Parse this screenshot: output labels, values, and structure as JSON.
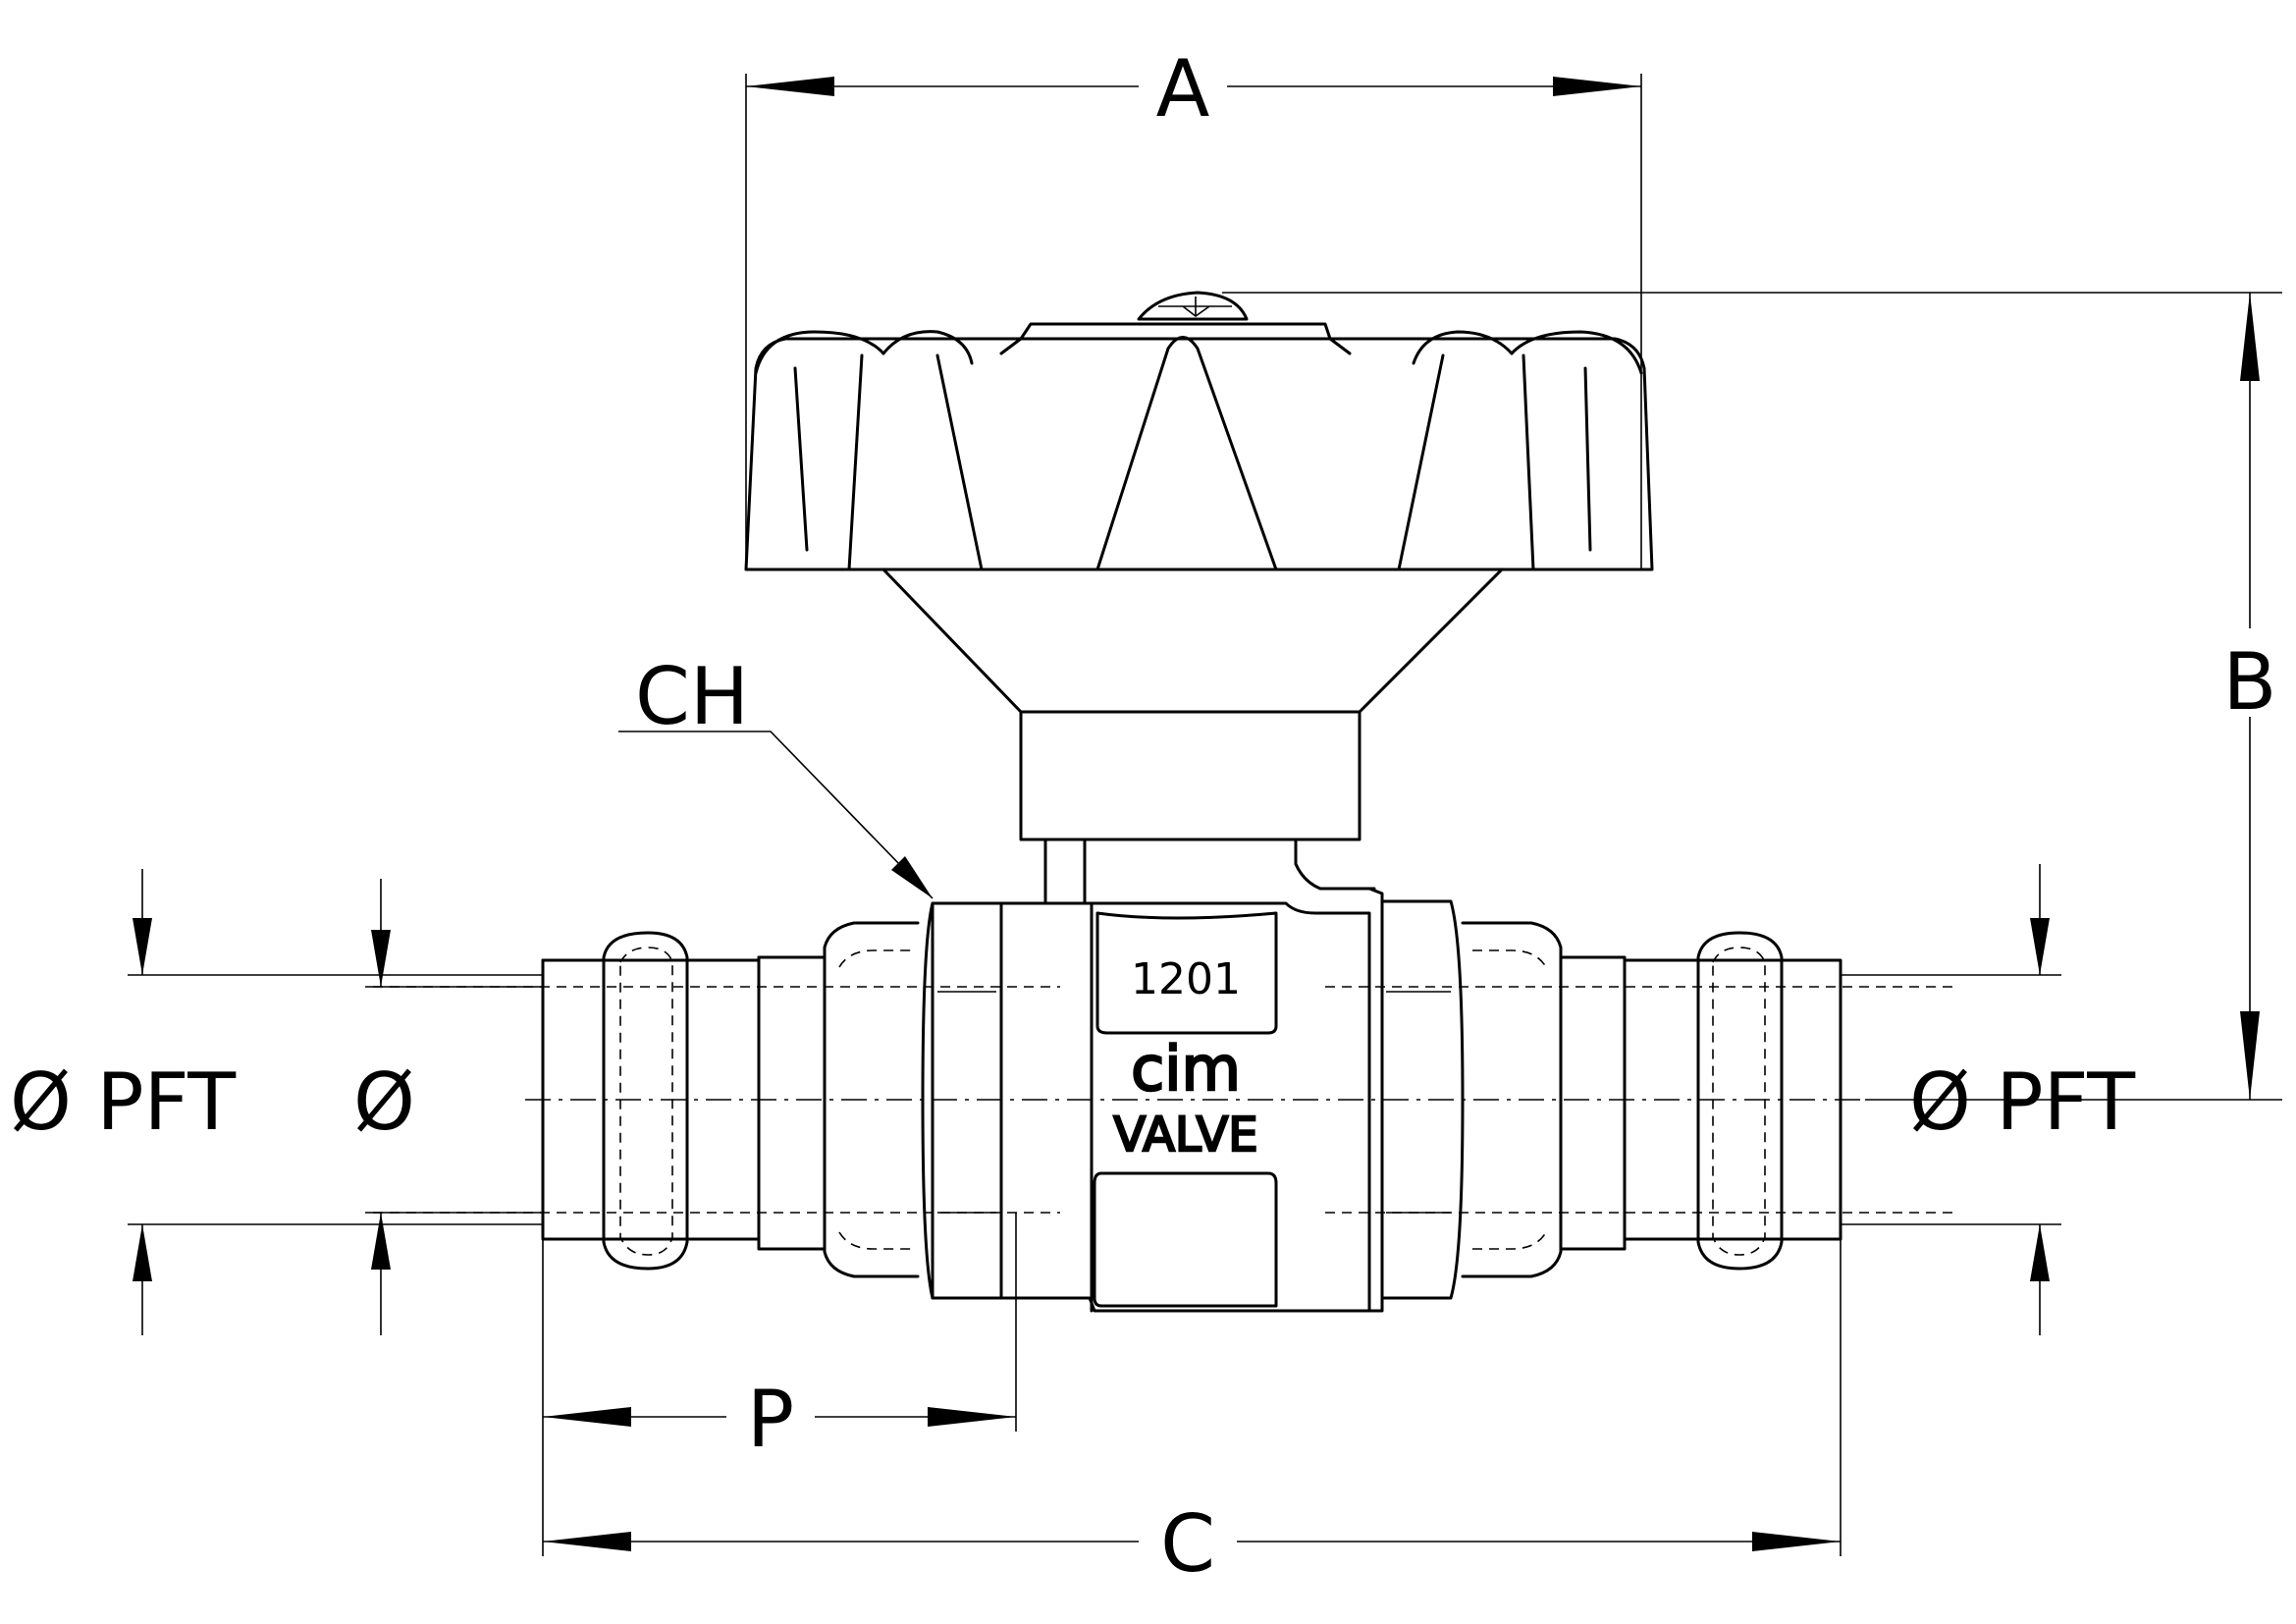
{
  "dimensions": {
    "A": "A",
    "B": "B",
    "C": "C",
    "P": "P",
    "CH": "CH",
    "left_pft": "Ø PFT",
    "left_d": "Ø",
    "right_pft": "Ø PFT"
  },
  "body_markings": {
    "code": "1201",
    "brand": "cim",
    "type": "VALVE"
  }
}
